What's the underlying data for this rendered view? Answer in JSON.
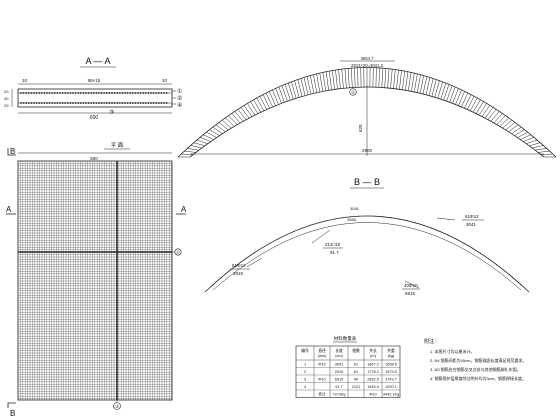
{
  "section_aa": {
    "title": "A — A",
    "dim_top_left": "10",
    "dim_top_mid": "58×15",
    "dim_top_right": "10",
    "dim_left_a": "20",
    "dim_left_b": "40",
    "dim_left_c": "20",
    "dim_bottom": "600",
    "callouts": [
      "①",
      "②",
      "③",
      "④"
    ]
  },
  "plan_view": {
    "title": "平 面",
    "width_dim": "600",
    "cut_b_left": "B",
    "cut_b_right": "B",
    "cut_a_left": "A",
    "cut_a_right": "A",
    "callout_right": "①",
    "callout_bottom": "③"
  },
  "arch_view": {
    "top_label_1": "3064.7",
    "top_label_2": "2913×20=3041.3",
    "callout_top": "②",
    "height_dim": "620",
    "span_dim": "2900"
  },
  "section_bb": {
    "title": "B — B",
    "outer_dim": "3041",
    "inner_dim": "2665",
    "label_r1": "61Φ12",
    "label_r1b": "3041",
    "label_l1": "61Φ12",
    "label_l1b": "2915",
    "label_mid": "212□10",
    "label_mid_b": "91.7",
    "label_low": "40Φ10",
    "label_low_b": "6915"
  },
  "table": {
    "title": "材料数量表",
    "headers": [
      "编号",
      "直径\n(mm)",
      "长度\n(cm)",
      "根数",
      "共长\n(m)",
      "共重\n(kg)"
    ],
    "rows": [
      [
        "1",
        "Φ12",
        "3041",
        "61",
        "1867.2",
        "1658.6"
      ],
      [
        "2",
        "",
        "2915",
        "61",
        "1778.2",
        "1579.0"
      ],
      [
        "3",
        "Φ10",
        "6915",
        "40",
        "2832.5",
        "1743.7"
      ],
      [
        "4",
        "",
        "91.7",
        "2121",
        "1945.0",
        "1200.1"
      ],
      [
        "",
        "合计",
        "7273Kg",
        "",
        "Φ10",
        "3442.1Kg"
      ]
    ]
  },
  "notes": {
    "heading": "附注：",
    "items": [
      "1. 本图尺寸均以厘米计。",
      "2. N4 钢筋间距为45cm，钢筋锚固长度满足规范要求。",
      "3. N3 钢筋应在钢筋交叉点处与其他钢筋绑扎牢固。",
      "4. 钢筋保护层厚度除注明外均为3cm，钢筋焊接长度。"
    ]
  }
}
